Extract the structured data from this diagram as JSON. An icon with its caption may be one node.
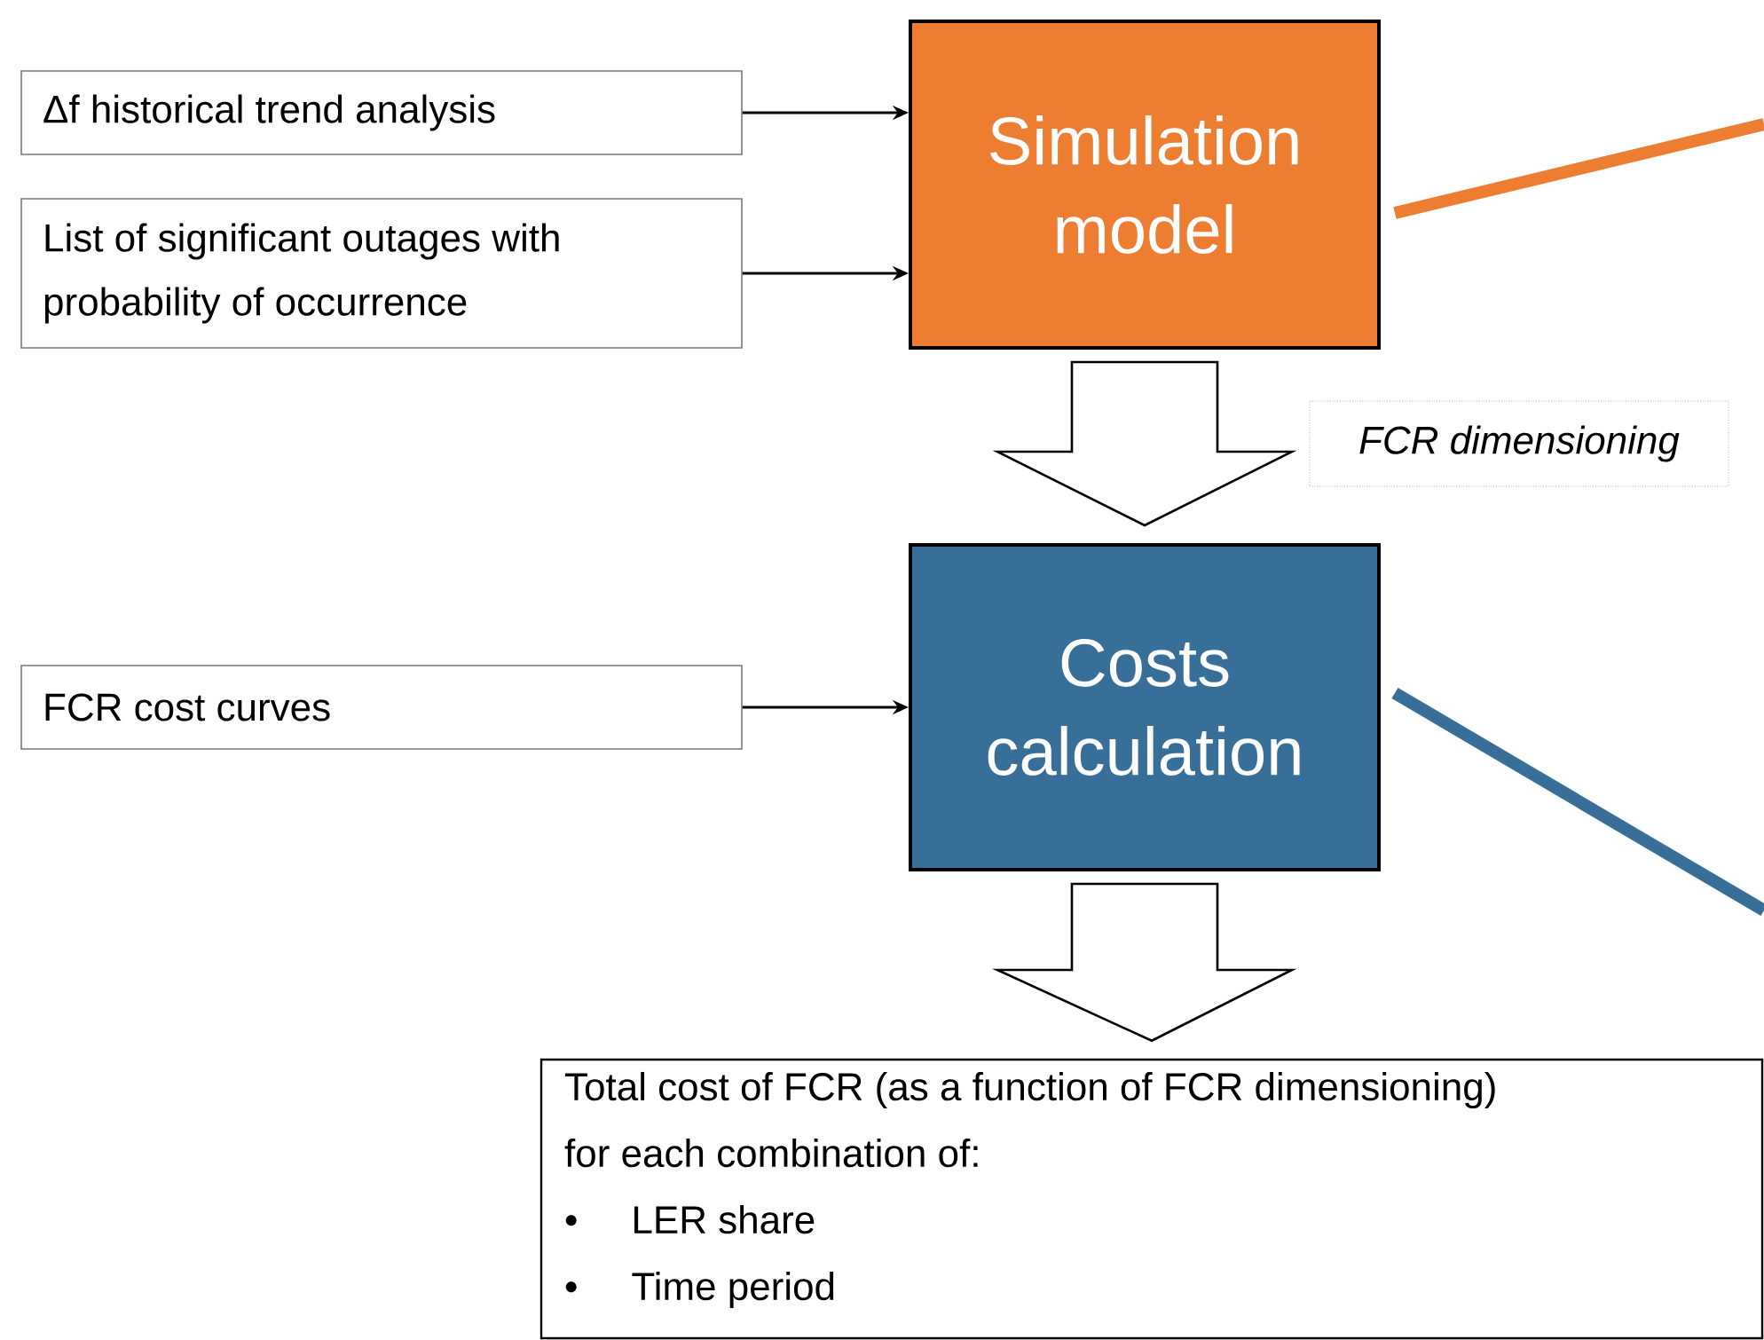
{
  "diagram": {
    "nodes": [
      {
        "text": [
          "Δf historical trend analysis"
        ]
      },
      {
        "text": [
          "List of significant outages with probability of occurrence"
        ]
      },
      {
        "text": [
          "Simulation model"
        ]
      },
      {
        "text": [
          "FCR cost curves"
        ]
      },
      {
        "text": [
          "Costs calculation"
        ]
      },
      {
        "text": [
          "Total cost of FCR (as a function of FCR dimensioning) for each combination of:",
          "LER share",
          "Time period"
        ]
      }
    ],
    "edges": [
      {
        "from": 0,
        "to": 2,
        "arrow": "to"
      },
      {
        "from": 1,
        "to": 2,
        "arrow": "to"
      },
      {
        "from": 3,
        "to": 4,
        "arrow": "to"
      },
      {
        "from": 2,
        "to": 4,
        "arrow": "to",
        "style": "thick"
      },
      {
        "from": 4,
        "to": 5,
        "arrow": "to",
        "style": "thick"
      },
      {
        "from": 2,
        "to": null,
        "arrow": "none",
        "style": "thick",
        "color": "#ed7d31"
      },
      {
        "from": 4,
        "to": null,
        "arrow": "none",
        "style": "thick",
        "color": "#376f99"
      }
    ],
    "labels": [
      "FCR dimensioning",
      "•",
      "•"
    ]
  }
}
